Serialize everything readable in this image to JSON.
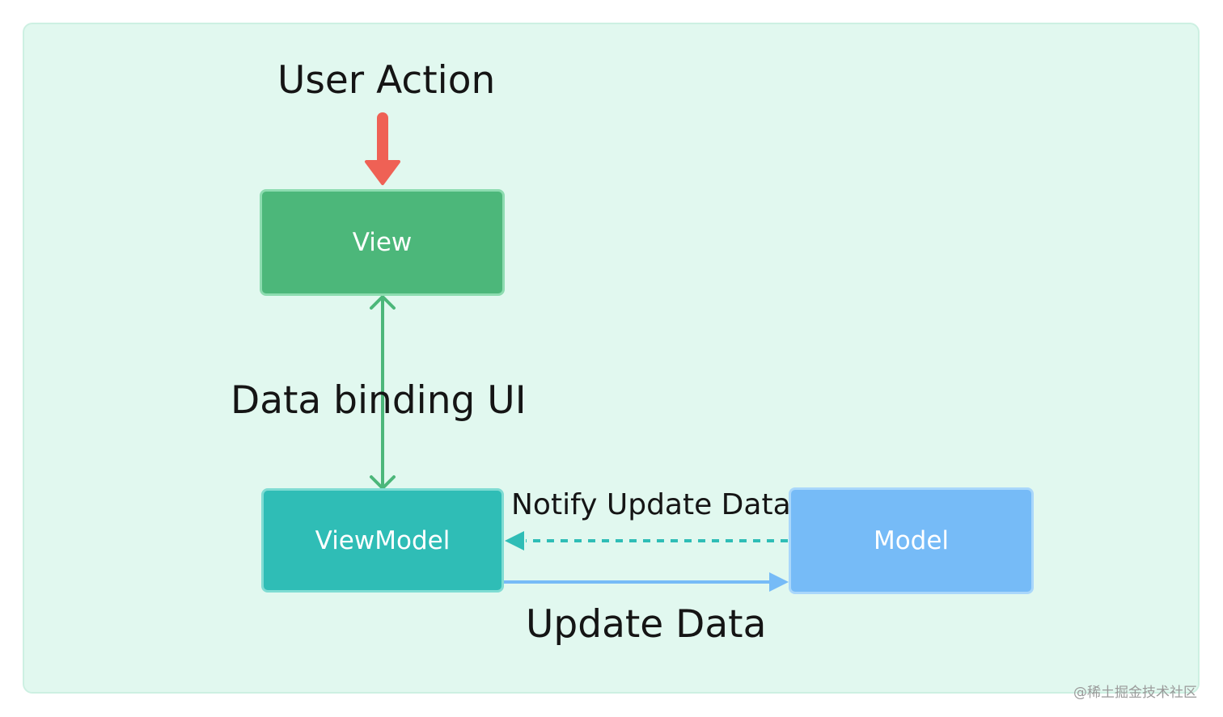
{
  "nodes": {
    "view": "View",
    "viewmodel": "ViewModel",
    "model": "Model"
  },
  "edges": {
    "user_action": "User Action",
    "data_binding": "Data binding UI",
    "notify_update": "Notify Update Data",
    "update_data": "Update Data"
  },
  "watermark": "@稀土掘金技术社区",
  "colors": {
    "panel_bg": "#e1f8ef",
    "view": "#4cb77a",
    "viewmodel": "#2fbdb6",
    "model": "#76bbf7",
    "user_action_arrow": "#ef6155",
    "binding_arrow": "#4cb77a",
    "notify_arrow": "#2fbdb6",
    "update_arrow": "#76bbf7"
  }
}
